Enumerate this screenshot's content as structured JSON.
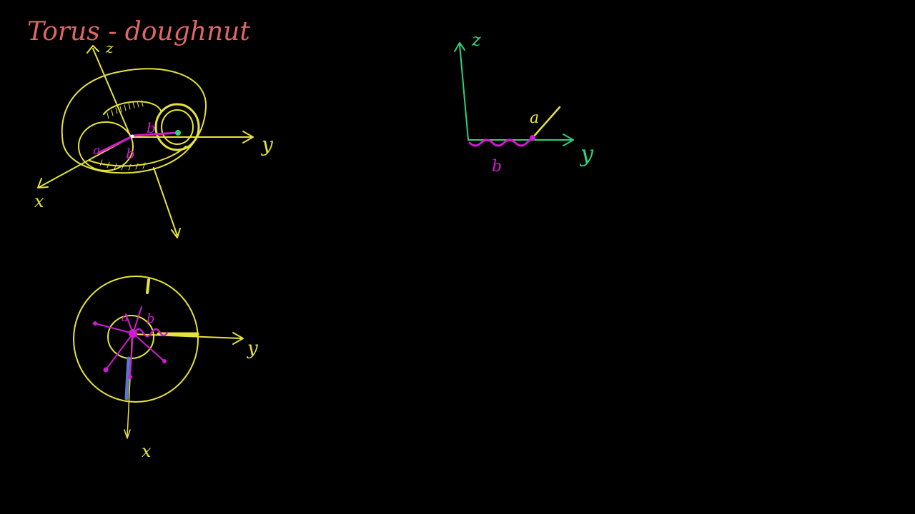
{
  "title": "Torus - doughnut",
  "colors": {
    "background": "#000000",
    "title": "#e06666",
    "yellow": "#e6e43a",
    "magenta": "#d21ad2",
    "green": "#2bd47a",
    "blue": "#5a78c8"
  },
  "figure_3d": {
    "axis_z": "z",
    "axis_y": "y",
    "axis_x": "x",
    "label_a": "a",
    "label_b": "b",
    "label_b2": "b"
  },
  "figure_top": {
    "axis_y": "y",
    "axis_x": "x",
    "label_b": "b",
    "label_a": "a"
  },
  "figure_cross_section": {
    "axis_z": "z",
    "axis_y": "y",
    "label_a": "a",
    "label_b": "b"
  }
}
